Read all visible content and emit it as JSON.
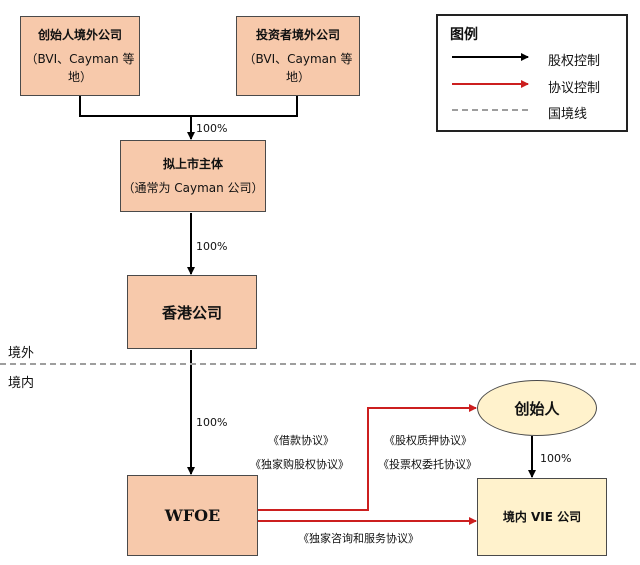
{
  "boxes": {
    "founder_offshore": {
      "line1": "创始人境外公司",
      "line2": "（BVI、Cayman 等地）"
    },
    "investor_offshore": {
      "line1": "投资者境外公司",
      "line2": "（BVI、Cayman 等地）"
    },
    "listing_entity": {
      "line1": "拟上市主体",
      "line2": "（通常为 Cayman 公司）"
    },
    "hk_company": {
      "label": "香港公司"
    },
    "wfoe": {
      "label": "WFOE"
    },
    "vie_company": {
      "label": "境内 VIE 公司"
    },
    "founder": {
      "label": "创始人"
    }
  },
  "edge_labels": {
    "to_listing": "100%",
    "to_hk": "100%",
    "to_wfoe": "100%",
    "founder_to_vie": "100%"
  },
  "agreements": {
    "loan": "《借款协议》",
    "exclusive_purchase": "《独家购股权协议》",
    "equity_pledge": "《股权质押协议》",
    "voting_proxy": "《投票权委托协议》",
    "exclusive_service": "《独家咨询和服务协议》"
  },
  "zones": {
    "offshore": "境外",
    "onshore": "境内"
  },
  "legend": {
    "title": "图例",
    "items": [
      {
        "label": "股权控制",
        "color": "#000000",
        "style": "arrow"
      },
      {
        "label": "协议控制",
        "color": "#cc1f1f",
        "style": "arrow"
      },
      {
        "label": "国境线",
        "color": "#9e9e9e",
        "style": "dashed"
      }
    ]
  },
  "colors": {
    "entity_fill": "#f7c9ab",
    "vie_fill": "#fff2cc",
    "contract_red": "#cc1f1f",
    "border_line": "#9e9e9e"
  }
}
